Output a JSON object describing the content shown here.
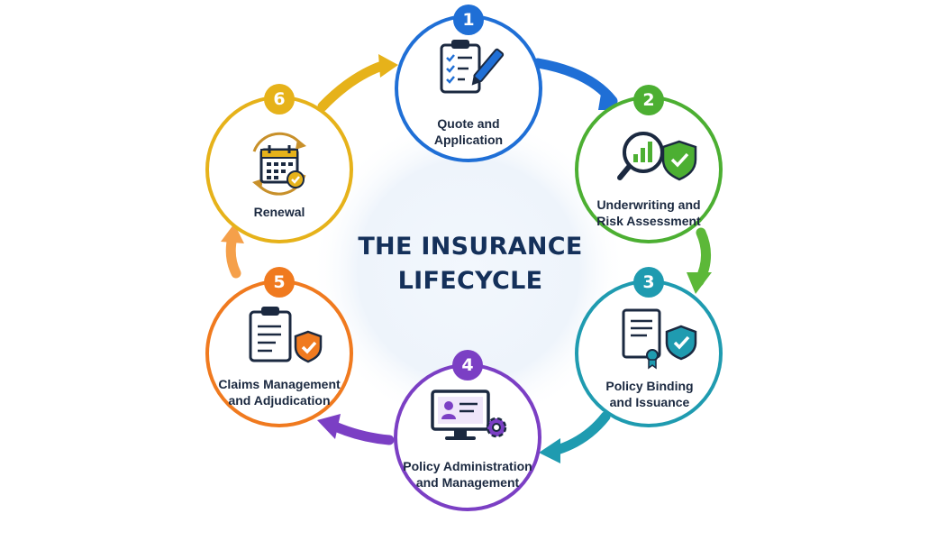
{
  "title": {
    "line1": "THE INSURANCE",
    "line2": "LIFECYCLE"
  },
  "steps": [
    {
      "number": "1",
      "line1": "Quote and",
      "line2": "Application",
      "icon": "clipboard-checklist-pen-icon",
      "color": "#1f6fd6"
    },
    {
      "number": "2",
      "line1": "Underwriting and",
      "line2": "Risk Assessment",
      "icon": "magnifier-chart-shield-icon",
      "color": "#4caf32"
    },
    {
      "number": "3",
      "line1": "Policy Binding",
      "line2": "and Issuance",
      "icon": "certificate-shield-icon",
      "color": "#1f9bb0"
    },
    {
      "number": "4",
      "line1": "Policy Administration",
      "line2": "and Management",
      "icon": "monitor-gear-icon",
      "color": "#7b3fc4"
    },
    {
      "number": "5",
      "line1": "Claims Management",
      "line2": "and Adjudication",
      "icon": "clipboard-shield-icon",
      "color": "#f07a1f"
    },
    {
      "number": "6",
      "line1": "Renewal",
      "line2": "",
      "icon": "calendar-renew-icon",
      "color": "#e6b21a"
    }
  ]
}
